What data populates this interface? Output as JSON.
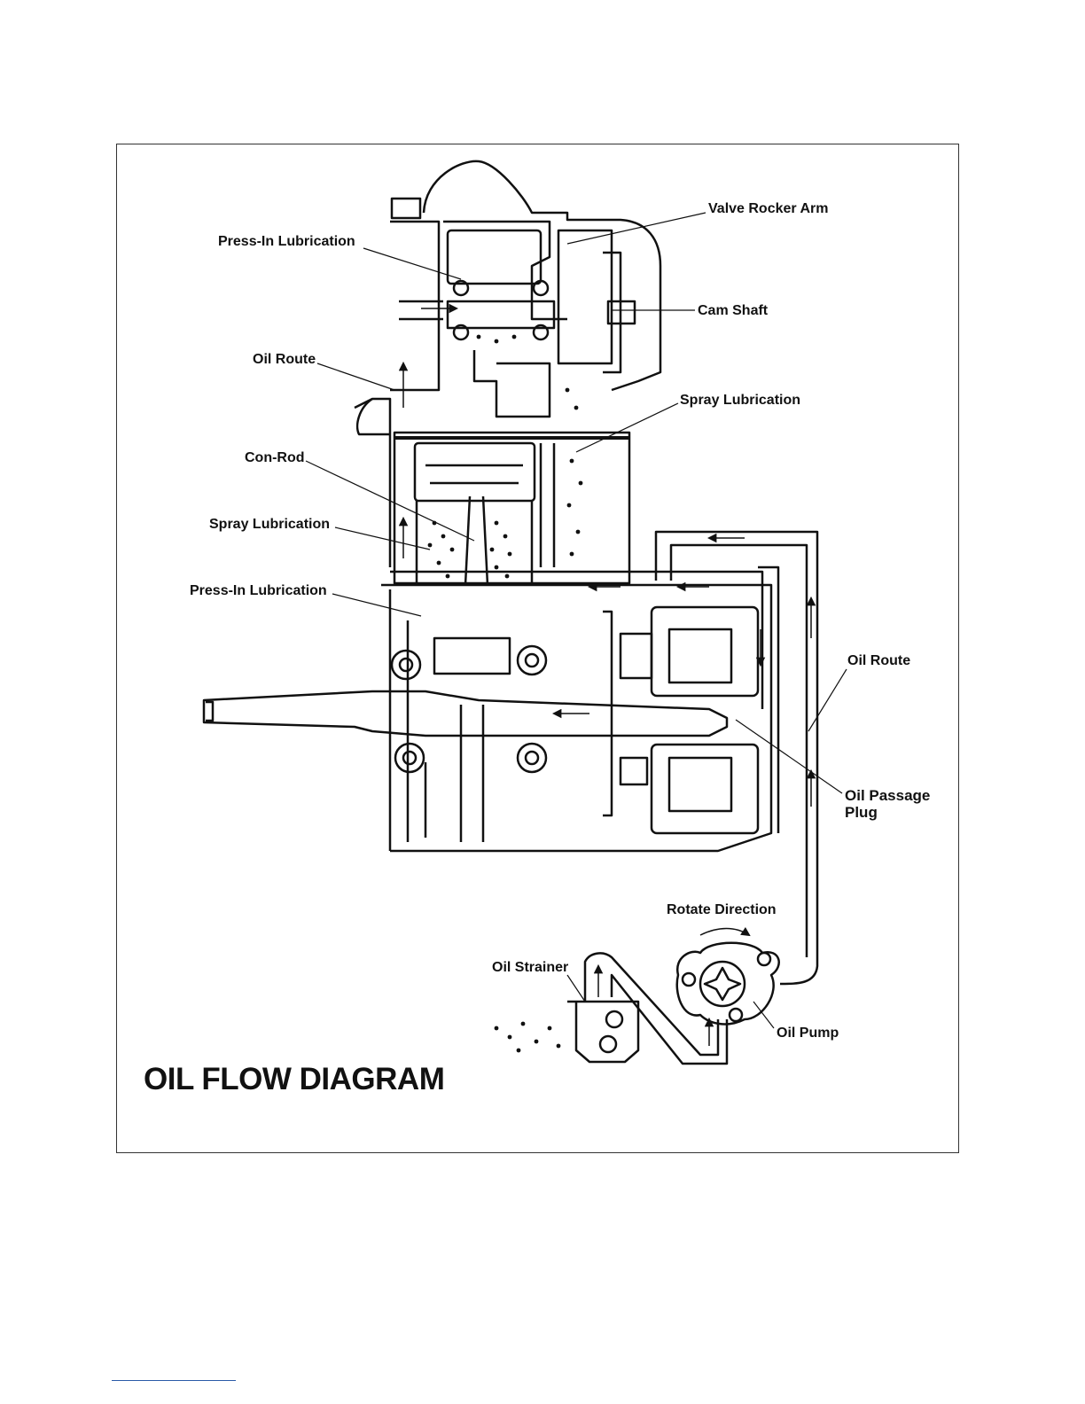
{
  "title": "OIL FLOW DIAGRAM",
  "labels": {
    "valve_rocker_arm": "Valve Rocker Arm",
    "press_in_top": "Press-In Lubrication",
    "cam_shaft": "Cam Shaft",
    "oil_route_left": "Oil Route",
    "spray_top": "Spray Lubrication",
    "con_rod": "Con-Rod",
    "spray_left": "Spray Lubrication",
    "press_in_bottom": "Press-In Lubrication",
    "oil_route_right": "Oil Route",
    "oil_passage_plug": "Oil Passage\nPlug",
    "rotate_direction": "Rotate Direction",
    "oil_strainer": "Oil Strainer",
    "oil_pump": "Oil Pump"
  }
}
